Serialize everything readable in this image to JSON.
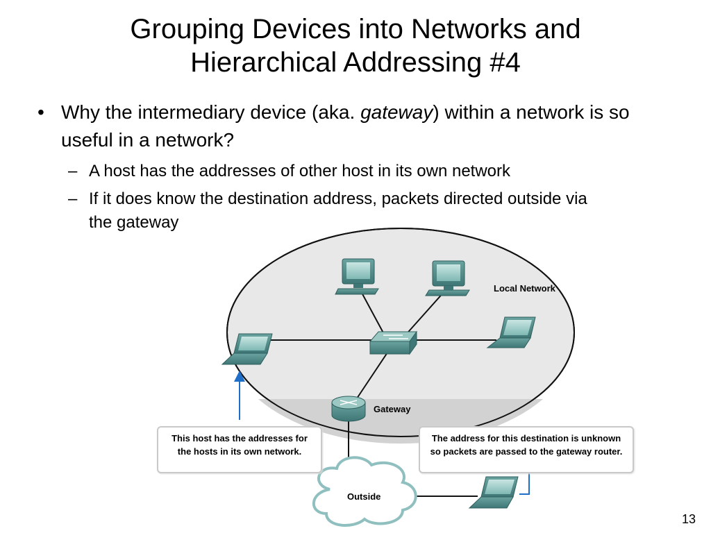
{
  "slide": {
    "title_line1": "Grouping Devices into Networks and",
    "title_line2": "Hierarchical Addressing #4",
    "bullet_symbol": "•",
    "bullet_text_pre": "Why the intermediary device (aka. ",
    "bullet_text_italic": "gateway",
    "bullet_text_post": ") within a network is so useful in a network?",
    "dash_symbol": "–",
    "sub_bullets": [
      "A host has the addresses of other host in its own network",
      "If it does know the destination address, packets directed outside via the gateway"
    ],
    "page_number": "13"
  },
  "diagram": {
    "local_network_label": "Local Network",
    "gateway_label": "Gateway",
    "outside_label": "Outside",
    "callout_left": "This host has the addresses for the hosts in its own network.",
    "callout_right": "The address for this destination is unknown so packets are passed to the gateway router.",
    "colors": {
      "network_fill": "#e8e8e8",
      "network_stroke": "#111111",
      "device_teal": "#4e8e8e",
      "arrow_blue": "#1f6fc8",
      "callout_border": "#c9c9c9",
      "cloud_stroke": "#7fb3b3"
    }
  }
}
